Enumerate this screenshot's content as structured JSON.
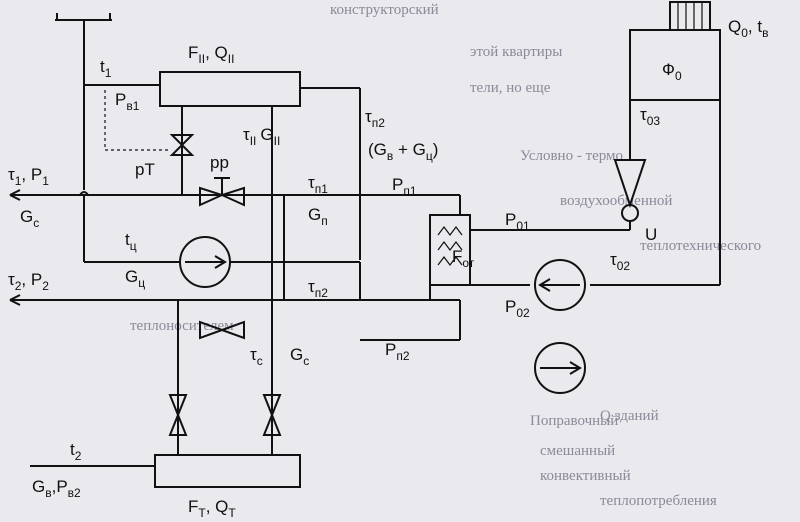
{
  "labels": {
    "t1_top": "t",
    "t1_top_sub": "1",
    "F2Q2": "F",
    "F2Q2_sub": "II",
    "F2Q2_q": ", Q",
    "F2Q2_qsub": "II",
    "Pv1": "P",
    "Pv1_sub": "в1",
    "tau2_G2_tau": "τ",
    "tau2_G2_tausub": "II",
    "tau2_G2_G": "G",
    "tau2_G2_Gsub": "II",
    "taup2_top": "τ",
    "taup2_top_sub": "п2",
    "GvGc": "(G",
    "GvGc_sub1": "в",
    "GvGc_mid": " + G",
    "GvGc_sub2": "ц",
    "GvGc_end": ")",
    "pT": "рТ",
    "pp": "рр",
    "tau1P1": "τ",
    "tau1P1_sub": "1",
    "tau1P1_rest": ", P",
    "tau1P1_sub2": "1",
    "Gc_left": "G",
    "Gc_left_sub": "с",
    "taup1": "τ",
    "taup1_sub": "п1",
    "Pp1": "P",
    "Pp1_sub": "п1",
    "Gp": "G",
    "Gp_sub": "п",
    "tc": "t",
    "tc_sub": "ц",
    "Gc_circ": "G",
    "Gc_circ_sub": "ц",
    "P01": "P",
    "P01_sub": "01",
    "Fot": "F",
    "Fot_sub": "от",
    "U": "U",
    "tau02": "τ",
    "tau02_sub": "02",
    "P02": "P",
    "P02_sub": "02",
    "tau2P2": "τ",
    "tau2P2_sub": "2",
    "tau2P2_rest": ", P",
    "tau2P2_sub2": "2",
    "taup2_mid": "τ",
    "taup2_mid_sub": "п2",
    "tauc": "τ",
    "tauc_sub": "с",
    "Gc_mid": "G",
    "Gc_mid_sub": "с",
    "Pp2": "P",
    "Pp2_sub": "п2",
    "t2": "t",
    "t2_sub": "2",
    "GvPv2": "G",
    "GvPv2_sub": "в",
    "GvPv2_rest": ",P",
    "GvPv2_sub2": "в2",
    "FTQT": "F",
    "FTQT_sub": "Т",
    "FTQT_q": ", Q",
    "FTQT_qsub": "Т",
    "Q0tv": "Q",
    "Q0tv_sub": "0",
    "Q0tv_rest": ", t",
    "Q0tv_sub2": "в",
    "Phi0": "Ф",
    "Phi0_sub": "0",
    "tau03": "τ",
    "tau03_sub": "03"
  },
  "background_text": [
    "конструкторский",
    "этой квартиры",
    "тели, но еще",
    "Условно - термо",
    "воздухообменной",
    "теплотехнического",
    "теплоносителем",
    "Q зданий",
    "Поправочный",
    "смешанный",
    "конвективный",
    "теплопотребления"
  ]
}
